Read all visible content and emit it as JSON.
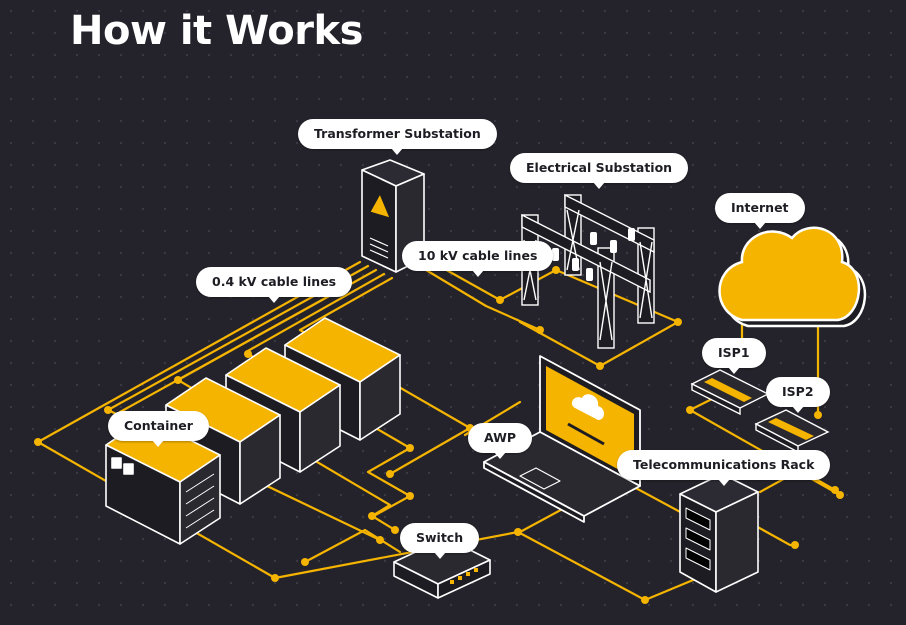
{
  "title": "How it Works",
  "labels": {
    "transformer_substation": "Transformer Substation",
    "electrical_substation": "Electrical Substation",
    "internet": "Internet",
    "cable_10kv": "10 kV cable lines",
    "cable_04kv": "0.4 kV cable lines",
    "isp1": "ISP1",
    "isp2": "ISP2",
    "container": "Container",
    "awp": "AWP",
    "telecom_rack": "Telecommunications Rack",
    "switch": "Switch"
  },
  "colors": {
    "background": "#24232b",
    "accent": "#f5b400",
    "outline": "#ffffff",
    "label_bg": "#ffffff",
    "label_text": "#1d1d24"
  },
  "icons": [
    "transformer-icon",
    "electrical-substation-icon",
    "cloud-icon",
    "isp-router-icon",
    "container-icon",
    "laptop-icon",
    "server-rack-icon",
    "network-switch-icon"
  ]
}
